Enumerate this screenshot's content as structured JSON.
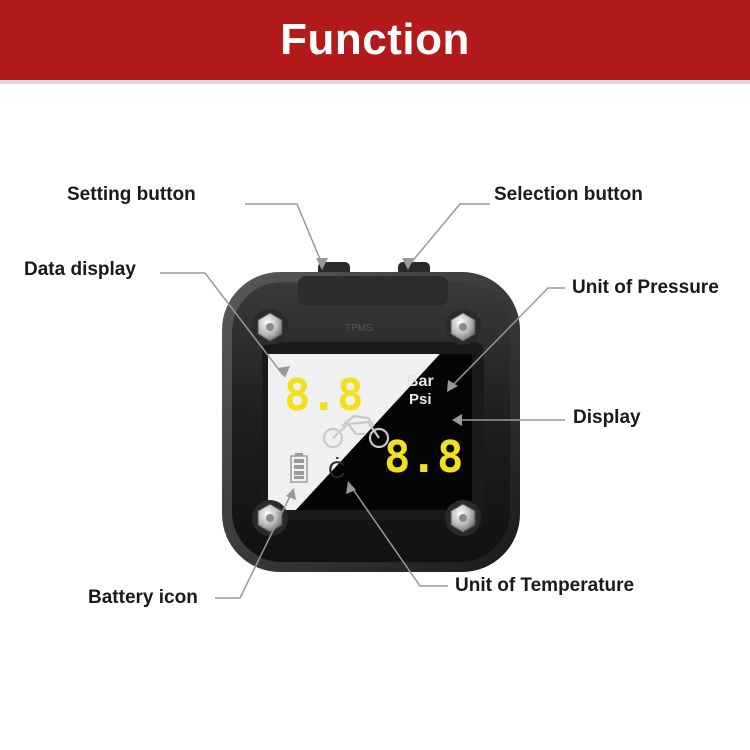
{
  "header": {
    "title": "Function",
    "bg_color": "#b31b1b"
  },
  "labels": {
    "setting_button": "Setting button",
    "selection_button": "Selection button",
    "data_display": "Data display",
    "unit_of_pressure": "Unit of Pressure",
    "display": "Display",
    "battery_icon": "Battery icon",
    "unit_of_temperature": "Unit of Temperature"
  },
  "screen": {
    "pressure_value": "8.8",
    "temperature_value": "8.8",
    "pressure_unit_top": "Bar",
    "pressure_unit_bottom": "Psi",
    "temperature_unit": "Ċ",
    "digit_color": "#f2e01c",
    "device_mark": "TPMS"
  },
  "icons": {
    "battery": "battery-icon",
    "motorcycle": "motorcycle-icon",
    "screw": "hex-screw-icon"
  }
}
